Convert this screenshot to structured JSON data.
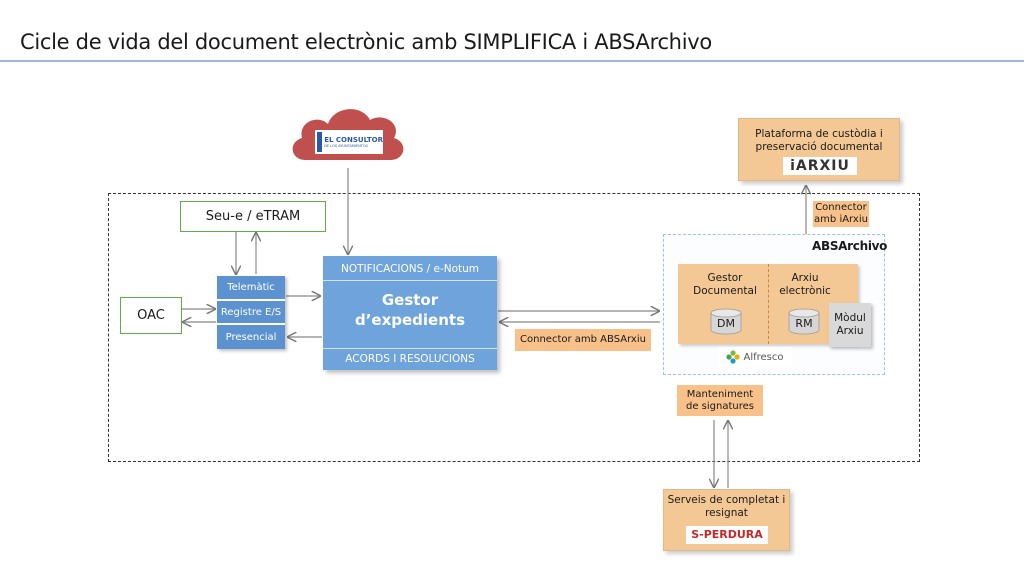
{
  "title": "Cicle de vida del document electrònic amb SIMPLIFICA i ABSArchivo",
  "cloud": {
    "logo_line1": "EL CONSULTOR",
    "logo_line2": "DE LOS AYUNTAMIENTOS"
  },
  "seu": "Seu-e / eTRAM",
  "oac": "OAC",
  "registre": {
    "telematic": "Telemàtic",
    "registre": "Registre E/S",
    "presencial": "Presencial"
  },
  "gestor": {
    "top": "NOTIFICACIONS / e-Notum",
    "line1": "Gestor",
    "line2": "d’expedients",
    "bottom": "ACORDS  I  RESOLUCIONS"
  },
  "connector_absarxiu": "Connector amb ABSArxiu",
  "connector_iarxiu": {
    "line1": "Connector",
    "line2": "amb iArxiu"
  },
  "iarxiu": {
    "line1": "Plataforma de custòdia i",
    "line2": "preservació documental",
    "logo": "iARXIU"
  },
  "absarchivo": {
    "title": "ABSArchivo",
    "gestor_doc_line1": "Gestor",
    "gestor_doc_line2": "Documental",
    "dm": "DM",
    "arxiu_line1": "Arxiu",
    "arxiu_line2": "electrònic",
    "rm": "RM",
    "modul_line1": "Mòdul",
    "modul_line2": "Arxiu",
    "alfresco": "Alfresco"
  },
  "manteniment": {
    "line1": "Manteniment",
    "line2": "de signatures"
  },
  "serveis": {
    "line1": "Serveis de completat i",
    "line2": "resignat",
    "logo": "S-PERDURA"
  },
  "colors": {
    "accent_blue": "#5d92d1",
    "green_border": "#5fae4a",
    "orange": "#f9c18a",
    "cloud_red": "#c0504d"
  }
}
